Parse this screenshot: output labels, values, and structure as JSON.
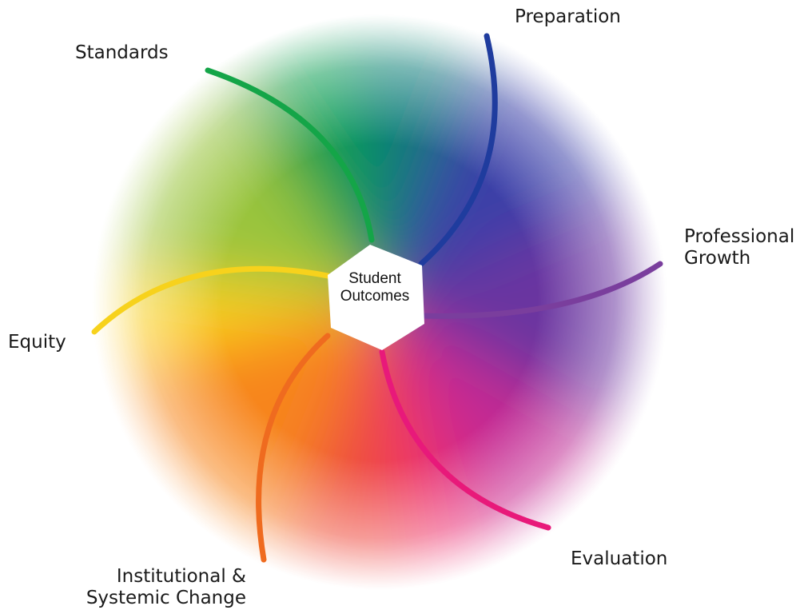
{
  "diagram": {
    "center": {
      "line1": "Student",
      "line2": "Outcomes"
    },
    "segments": [
      {
        "id": "standards",
        "label": "Standards",
        "color": "#14a548"
      },
      {
        "id": "preparation",
        "label": "Preparation",
        "color": "#1f3c9e"
      },
      {
        "id": "professional-growth",
        "label_line1": "Professional",
        "label_line2": "Growth",
        "color": "#7a3e9d"
      },
      {
        "id": "evaluation",
        "label": "Evaluation",
        "color": "#e8197a"
      },
      {
        "id": "institutional-systemic-change",
        "label_line1": "Institutional &",
        "label_line2": "Systemic Change",
        "color": "#ef6b1f"
      },
      {
        "id": "equity",
        "label": "Equity",
        "color": "#f7d21c"
      }
    ],
    "colors": {
      "green": "#0fa04f",
      "teal": "#0f7a7a",
      "blue": "#2a3f9e",
      "purple": "#6b36a0",
      "magenta": "#c42c93",
      "pink": "#ee2f6e",
      "red": "#ef4b3c",
      "orange": "#f7851e",
      "yellow": "#fbd11c",
      "lime": "#9ac43c"
    }
  }
}
